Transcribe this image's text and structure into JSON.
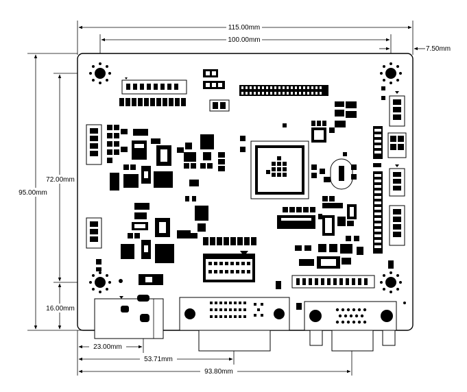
{
  "dimensions": {
    "top_width": "115.00mm",
    "top_hole_span": "100.00mm",
    "right_offset": "7.50mm",
    "left_height": "95.00mm",
    "left_hole_span": "72.00mm",
    "left_bottom_offset": "16.00mm",
    "bottom_first": "23.00mm",
    "bottom_second": "53.71mm",
    "bottom_third": "93.80mm"
  }
}
